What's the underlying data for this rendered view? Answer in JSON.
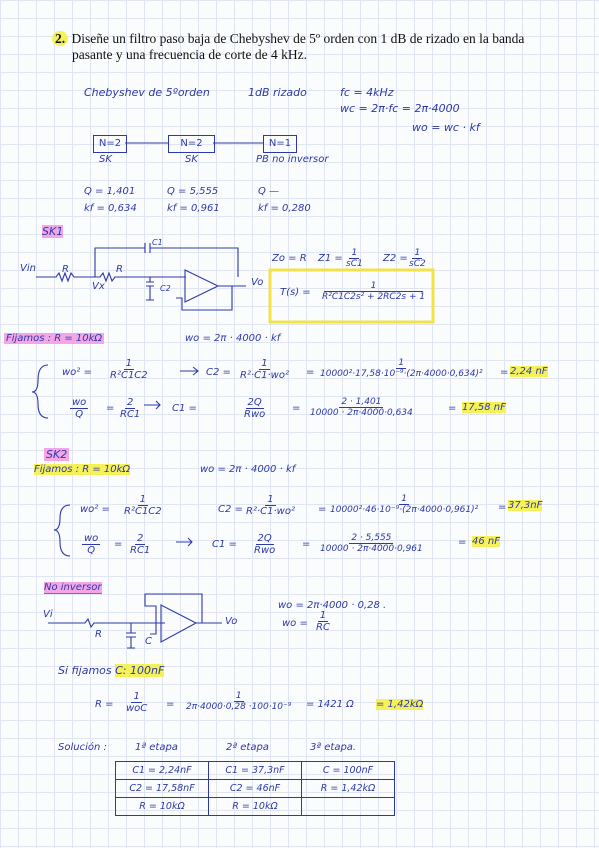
{
  "problem": {
    "number": "2.",
    "line1": "Diseñe un filtro paso baja de Chebyshev de 5º orden con 1 dB de rizado en la banda",
    "line2": "pasante y una frecuencia de corte de 4 kHz."
  },
  "header": {
    "title": "Chebyshev de 5ºorden",
    "ripple": "1dB rizado",
    "fc": "fc = 4kHz",
    "wc": "wc = 2π·fc = 2π·4000",
    "wo": "wo = wc · kf"
  },
  "blocks": [
    {
      "box": "N=2",
      "label": "SK"
    },
    {
      "box": "N=2",
      "label": "SK"
    },
    {
      "box": "N=1",
      "label": "PB no inversor"
    }
  ],
  "params": [
    {
      "q": "Q = 1,401",
      "kf": "kf = 0,634"
    },
    {
      "q": "Q = 5,555",
      "kf": "kf = 0,961"
    },
    {
      "q": "Q —",
      "kf": "kf = 0,280"
    }
  ],
  "sk1": {
    "title": "SK1",
    "vin": "Vin",
    "r1": "R",
    "r2": "R",
    "vx": "Vx",
    "c1": "C1",
    "c2": "C2",
    "vo": "Vo",
    "z0": "Zo = R",
    "z1_lhs": "Z1 =",
    "z1_num": "1",
    "z1_den": "sC1",
    "z2_lhs": "Z2 =",
    "z2_num": "1",
    "z2_den": "sC2",
    "tf_lhs": "T(s) =",
    "tf_num": "1",
    "tf_den": "R²C1C2s² + 2RC2s + 1",
    "fix": "Fijamos : R = 10kΩ",
    "wo_line": "wo = 2π · 4000 · kf",
    "eq1_lhs": "wo² =",
    "eq1_num": "1",
    "eq1_den": "R²C1C2",
    "eq1_mid": "C2 =",
    "eq1_mnum": "1",
    "eq1_mden": "R²·C1·wo²",
    "eq1_rnum": "1",
    "eq1_rden": "10000²·17,58·10⁻⁹·(2π·4000·0,634)²",
    "eq1_res": "2,24 nF",
    "eq2_lhs_num": "wo",
    "eq2_lhs_den": "Q",
    "eq2_eq": "=",
    "eq2_num": "2",
    "eq2_den": "RC1",
    "eq2_mid": "C1 =",
    "eq2_mnum": "2Q",
    "eq2_mden": "Rwo",
    "eq2_rnum": "2 · 1,401",
    "eq2_rden": "10000 · 2π·4000·0,634",
    "eq2_res": "17,58 nF"
  },
  "sk2": {
    "title": "SK2",
    "fix": "Fijamos : R = 10kΩ",
    "wo_line": "wo = 2π · 4000 · kf",
    "eq1_lhs": "wo² =",
    "eq1_num": "1",
    "eq1_den": "R²C1C2",
    "eq1_mid": "C2 =",
    "eq1_mnum": "1",
    "eq1_mden": "R²·C1·wo²",
    "eq1_rnum": "1",
    "eq1_rden": "10000²·46·10⁻⁹·(2π·4000·0,961)²",
    "eq1_res": "37,3nF",
    "eq2_lhs_num": "wo",
    "eq2_lhs_den": "Q",
    "eq2_num": "2",
    "eq2_den": "RC1",
    "eq2_mid": "C1 =",
    "eq2_mnum": "2Q",
    "eq2_mden": "Rwo",
    "eq2_rnum": "2 · 5,555",
    "eq2_rden": "10000 · 2π·4000·0,961",
    "eq2_res": "46 nF"
  },
  "noinv": {
    "title": "No inversor",
    "vi": "Vi",
    "r": "R",
    "c": "C",
    "vo": "Vo",
    "wo1": "wo = 2π·4000 · 0,28 .",
    "wo2_lhs": "wo =",
    "wo2_num": "1",
    "wo2_den": "RC",
    "fix_pre": "Si fijamos",
    "fix_val": "C: 100nF",
    "r_lhs": "R =",
    "r_num": "1",
    "r_den": "woC",
    "r_mnum": "1",
    "r_mden": "2π·4000·0,28 ·100·10⁻⁹",
    "r_val": "= 1421 Ω",
    "r_res": "= 1,42kΩ"
  },
  "solution": {
    "label": "Solución :",
    "headers": [
      "1ª etapa",
      "2ª etapa",
      "3ª etapa."
    ],
    "rows": [
      [
        "C1 = 2,24nF",
        "C1 = 37,3nF",
        "C = 100nF"
      ],
      [
        "C2 = 17,58nF",
        "C2 = 46nF",
        "R = 1,42kΩ"
      ],
      [
        "R = 10kΩ",
        "R = 10kΩ",
        ""
      ]
    ]
  },
  "colors": {
    "ink": "#2d39a8",
    "highlight": "#f4f15b",
    "pink": "#e23ab8",
    "box": "#f1e24a"
  }
}
